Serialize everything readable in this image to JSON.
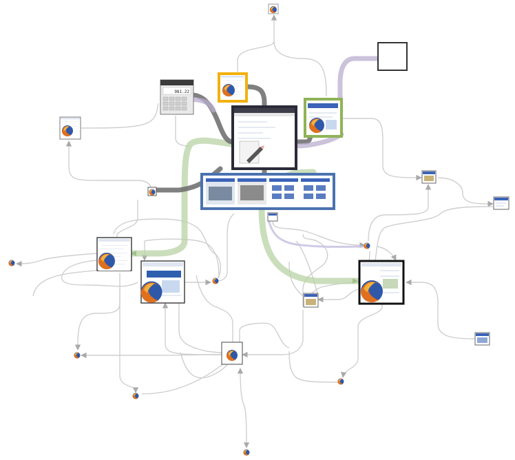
{
  "diagram": {
    "accent_colors": {
      "selected_blue": "#4a72b0",
      "window_yellow": "#f2b10c",
      "window_green": "#8fb357",
      "window_dark": "#2a2a38",
      "band_gray": "#6a6a6a",
      "band_purple": "#b9adcf",
      "band_green": "#b9d3a6",
      "edge_gray": "#cfcfcf"
    },
    "calculator_display": "981.22",
    "nodes": [
      {
        "id": "top-tiny",
        "kind": "thumb",
        "icon": "firefox-icon"
      },
      {
        "id": "blank-window",
        "kind": "blank"
      },
      {
        "id": "yellow-firefox",
        "kind": "firefox-window"
      },
      {
        "id": "calculator",
        "kind": "calculator"
      },
      {
        "id": "editor-center",
        "kind": "editor"
      },
      {
        "id": "green-firefox",
        "kind": "firefox-window"
      },
      {
        "id": "tab-strip",
        "kind": "tab-strip"
      },
      {
        "id": "left-firefox-small",
        "kind": "firefox-window"
      },
      {
        "id": "tiny-left-center",
        "kind": "thumb"
      },
      {
        "id": "right-thumb-1",
        "kind": "thumb"
      },
      {
        "id": "right-thumb-2",
        "kind": "thumb"
      },
      {
        "id": "below-strip-thumb",
        "kind": "thumb"
      },
      {
        "id": "left-firefox-big",
        "kind": "firefox-window"
      },
      {
        "id": "center-firefox-big",
        "kind": "firefox-window"
      },
      {
        "id": "right-firefox-big",
        "kind": "firefox-window"
      },
      {
        "id": "mid-right-thumb",
        "kind": "thumb"
      },
      {
        "id": "far-right-thumb",
        "kind": "thumb"
      },
      {
        "id": "bottom-center-firefox",
        "kind": "firefox-window"
      },
      {
        "id": "dot-left-edge",
        "kind": "firefox-dot"
      },
      {
        "id": "dot-center-left",
        "kind": "firefox-dot"
      },
      {
        "id": "dot-right-upper",
        "kind": "firefox-dot"
      },
      {
        "id": "dot-bottom-left",
        "kind": "firefox-dot"
      },
      {
        "id": "dot-bottom-left-2",
        "kind": "firefox-dot"
      },
      {
        "id": "dot-bottom-right",
        "kind": "firefox-dot"
      },
      {
        "id": "dot-bottom-center",
        "kind": "firefox-dot"
      }
    ]
  }
}
